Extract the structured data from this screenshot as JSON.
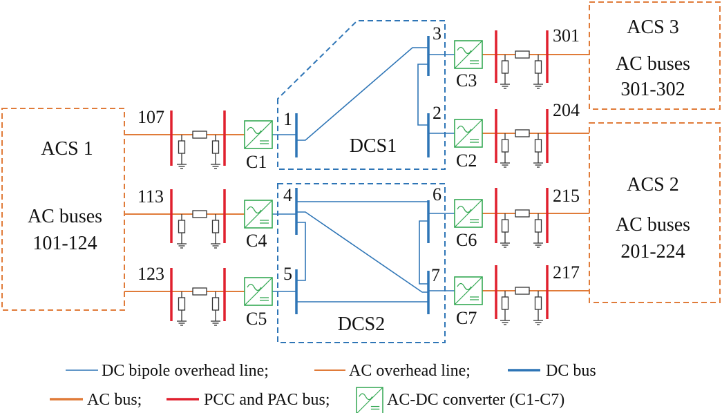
{
  "colors": {
    "dc_line": "#2e75b6",
    "ac_line": "#e07b39",
    "dc_bus": "#2e75b6",
    "pcc_bus": "#e0202e",
    "converter": "#34a853",
    "region_acs": "#e07b39",
    "region_dcs": "#2e75b6",
    "text": "#111111"
  },
  "regions": {
    "acs1": {
      "title": "ACS 1",
      "sub1": "AC buses",
      "sub2": "101-124"
    },
    "acs2": {
      "title": "ACS 2",
      "sub1": "AC buses",
      "sub2": "201-224"
    },
    "acs3": {
      "title": "ACS 3",
      "sub1": "AC buses",
      "sub2": "301-302"
    },
    "dcs1": {
      "title": "DCS1"
    },
    "dcs2": {
      "title": "DCS2"
    }
  },
  "ac_buses": {
    "b107": "107",
    "b113": "113",
    "b123": "123",
    "b301": "301",
    "b204": "204",
    "b215": "215",
    "b217": "217"
  },
  "converters": {
    "c1": "C1",
    "c2": "C2",
    "c3": "C3",
    "c4": "C4",
    "c5": "C5",
    "c6": "C6",
    "c7": "C7"
  },
  "dc_buses": {
    "d1": "1",
    "d2": "2",
    "d3": "3",
    "d4": "4",
    "d5": "5",
    "d6": "6",
    "d7": "7"
  },
  "legend": {
    "dc_line": "DC bipole overhead line;",
    "ac_line": "AC overhead line;",
    "dc_bus": "DC bus",
    "ac_bus": "AC bus;",
    "pcc_bus": "PCC and PAC bus;",
    "converter": "AC-DC converter (C1-C7)"
  }
}
